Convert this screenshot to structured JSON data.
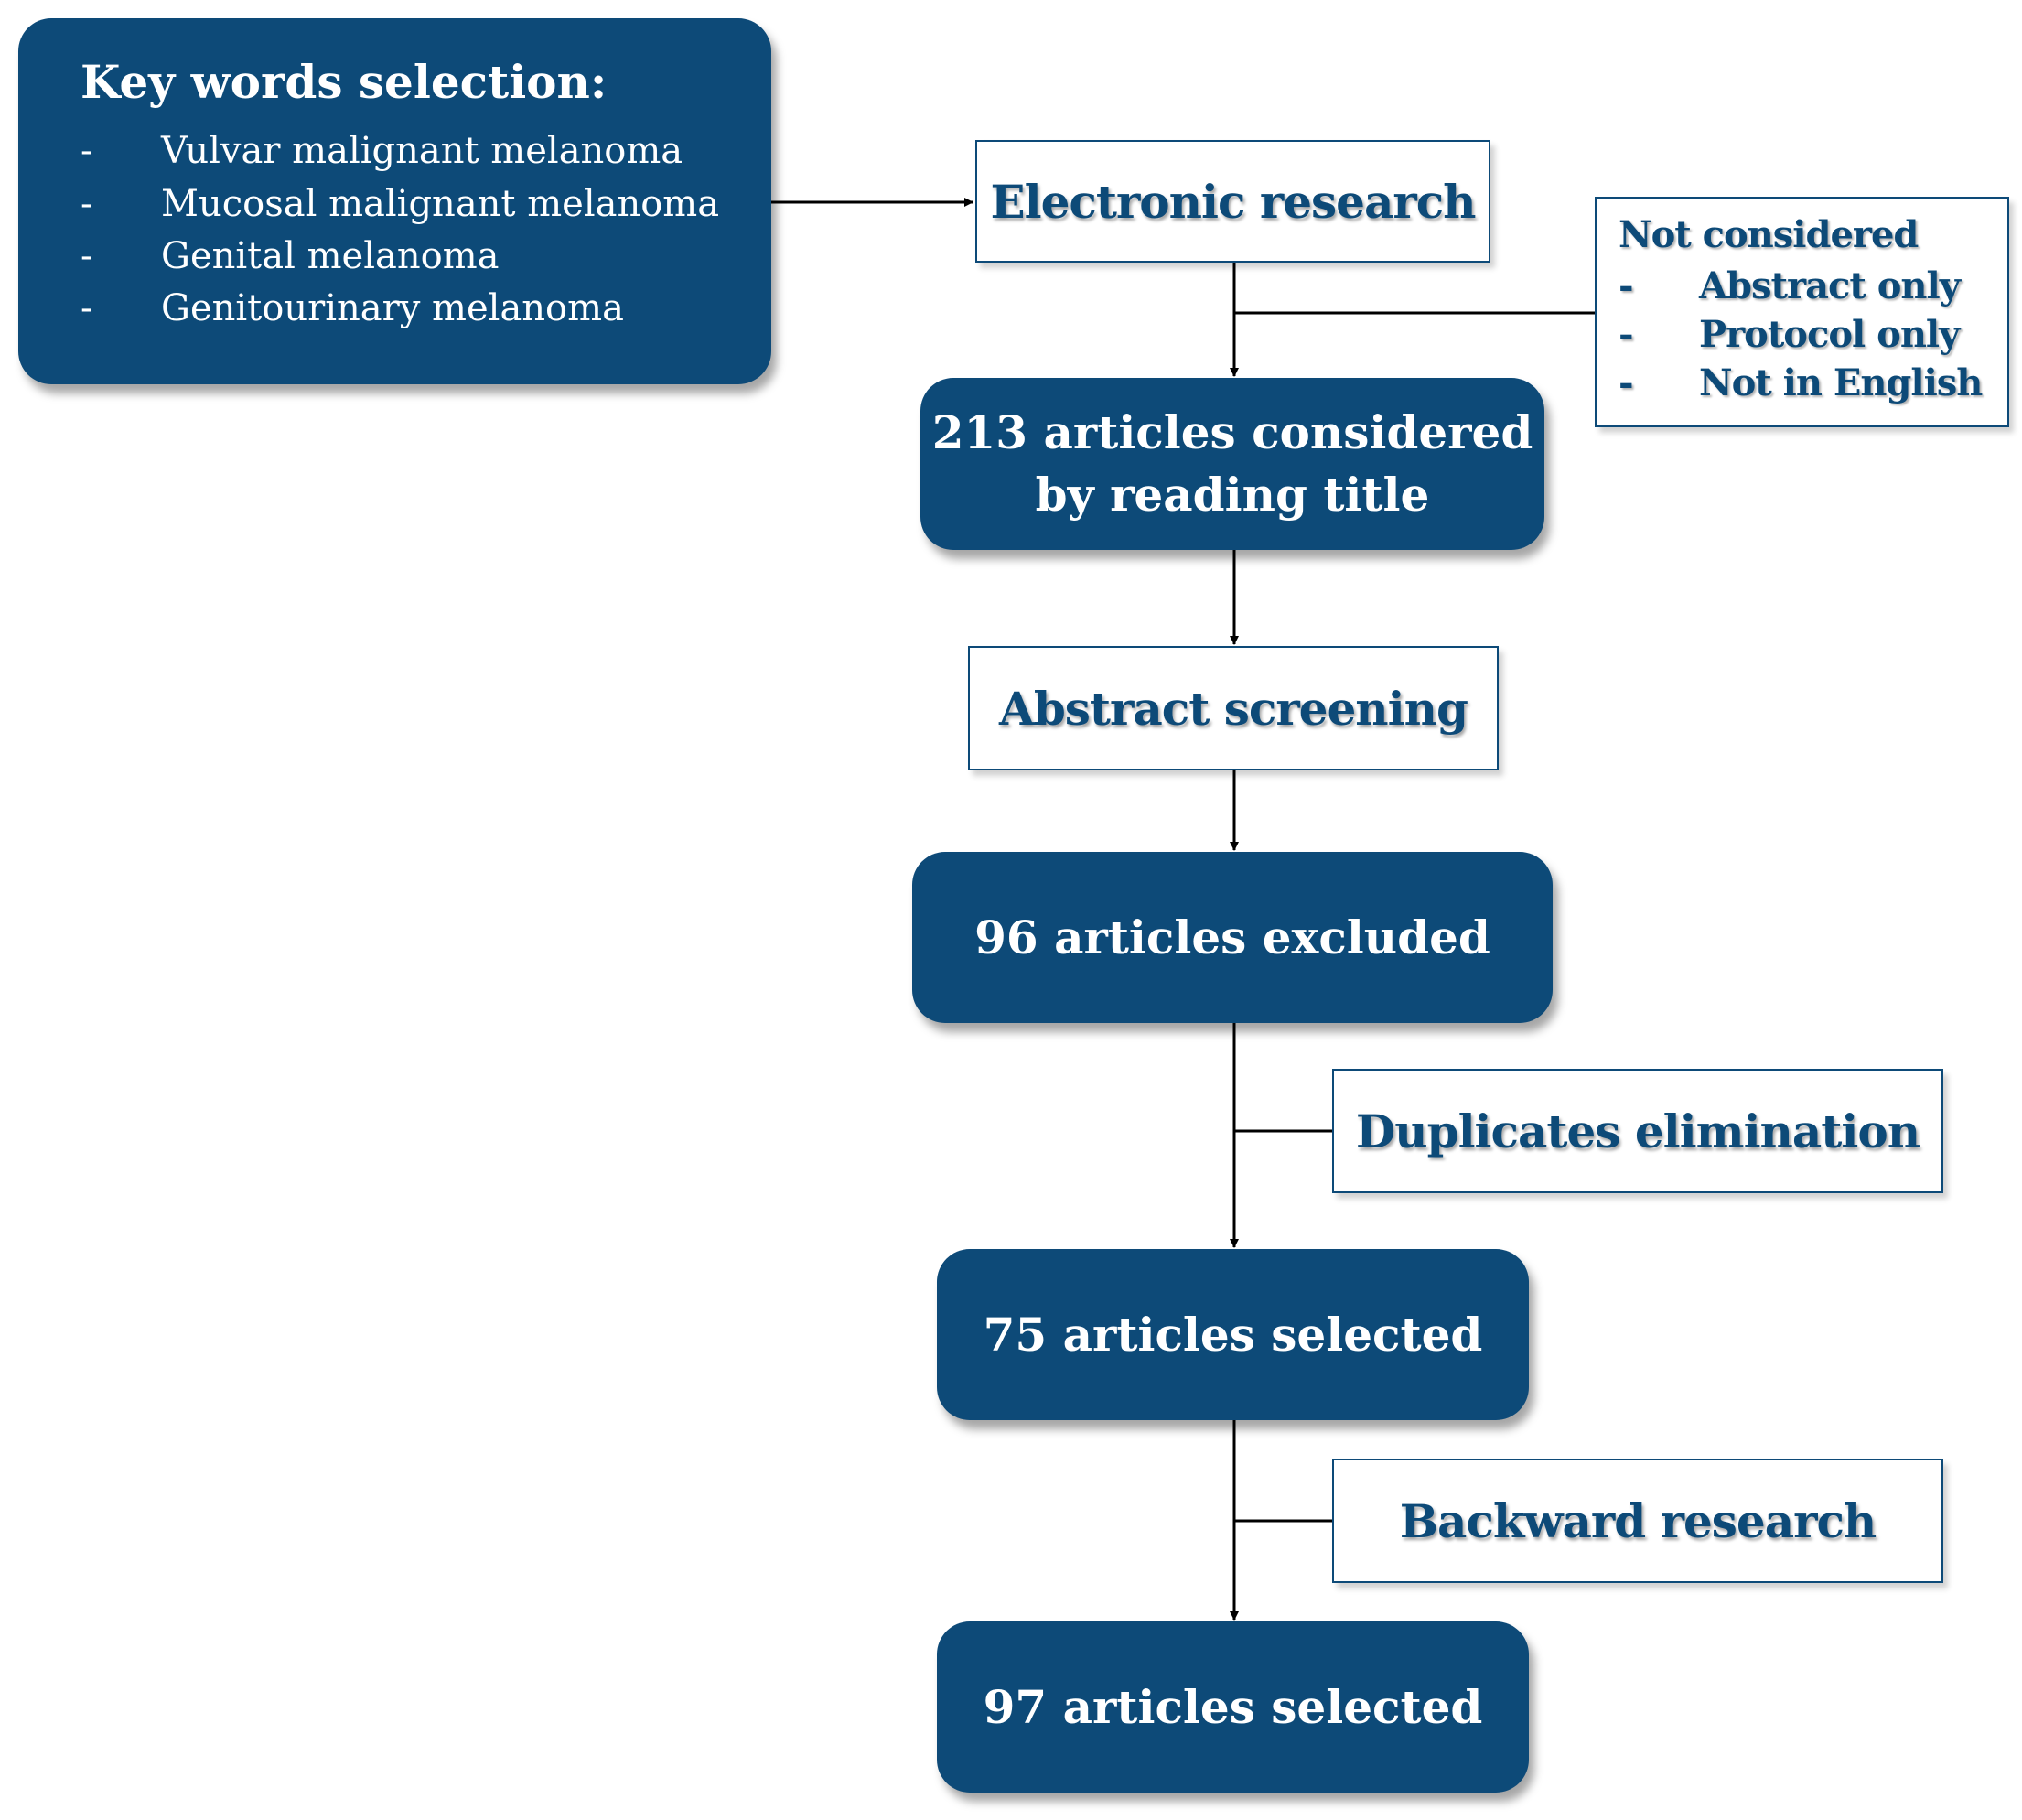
{
  "keywords": {
    "title": "Key words selection:",
    "items": [
      "Vulvar malignant melanoma",
      "Mucosal malignant melanoma",
      "Genital melanoma",
      "Genitourinary melanoma"
    ],
    "bullet": "-"
  },
  "steps": {
    "electronic_research": "Electronic research",
    "considered_line1": "213 articles considered",
    "considered_line2": "by reading title",
    "abstract_screening": "Abstract screening",
    "excluded": "96 articles excluded",
    "duplicates": "Duplicates elimination",
    "selected_75": "75 articles selected",
    "backward": "Backward research",
    "selected_97": "97 articles selected"
  },
  "not_considered": {
    "title": "Not considered",
    "items": [
      "Abstract only",
      "Protocol only",
      "Not in English"
    ],
    "bullet": "-"
  },
  "colors": {
    "dark_box": "#0d4a78",
    "arrow": "#000000",
    "light_text": "#0d4a78"
  }
}
